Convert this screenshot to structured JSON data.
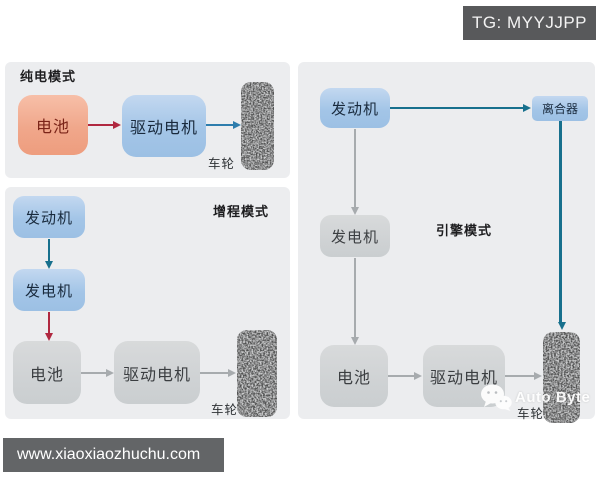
{
  "badge": {
    "label": "TG: MYYJJPP"
  },
  "footer": {
    "url": "www.xiaoxiaozhuchu.com"
  },
  "watermark": {
    "brand": "Auto Byte",
    "icon": "wechat-icon"
  },
  "colors": {
    "panel_bg": "#ecedef",
    "badge_bg": "#58595b",
    "footer_bg": "#636567",
    "box_orange": "#f0a78b",
    "box_blue": "#a3c5e7",
    "box_gray": "#d2d4d5",
    "arrow_red": "#b02840",
    "arrow_teal": "#17708d",
    "arrow_blue": "#2e7dad",
    "arrow_gray": "#a7abae"
  },
  "panels": [
    {
      "id": "pure-electric",
      "title": "纯电模式",
      "nodes": [
        {
          "id": "battery",
          "label": "电池",
          "style": "orange"
        },
        {
          "id": "drive-motor",
          "label": "驱动电机",
          "style": "blue"
        },
        {
          "id": "wheel",
          "label": "车轮",
          "style": "wheel"
        }
      ],
      "edges": [
        {
          "from": "battery",
          "to": "drive-motor",
          "color": "red"
        },
        {
          "from": "drive-motor",
          "to": "wheel",
          "color": "blue"
        }
      ]
    },
    {
      "id": "range-extender",
      "title": "增程模式",
      "nodes": [
        {
          "id": "engine",
          "label": "发动机",
          "style": "blue"
        },
        {
          "id": "generator",
          "label": "发电机",
          "style": "blue"
        },
        {
          "id": "battery",
          "label": "电池",
          "style": "gray"
        },
        {
          "id": "drive-motor",
          "label": "驱动电机",
          "style": "gray"
        },
        {
          "id": "wheel",
          "label": "车轮",
          "style": "wheel"
        }
      ],
      "edges": [
        {
          "from": "engine",
          "to": "generator",
          "color": "teal"
        },
        {
          "from": "generator",
          "to": "battery",
          "color": "red"
        },
        {
          "from": "battery",
          "to": "drive-motor",
          "color": "gray"
        },
        {
          "from": "drive-motor",
          "to": "wheel",
          "color": "gray"
        }
      ]
    },
    {
      "id": "engine-mode",
      "title": "引擎模式",
      "nodes": [
        {
          "id": "engine",
          "label": "发动机",
          "style": "blue"
        },
        {
          "id": "clutch",
          "label": "离合器",
          "style": "blue-small"
        },
        {
          "id": "generator",
          "label": "发电机",
          "style": "gray"
        },
        {
          "id": "battery",
          "label": "电池",
          "style": "gray"
        },
        {
          "id": "drive-motor",
          "label": "驱动电机",
          "style": "gray"
        },
        {
          "id": "wheel",
          "label": "车轮",
          "style": "wheel"
        }
      ],
      "edges": [
        {
          "from": "engine",
          "to": "clutch",
          "color": "teal"
        },
        {
          "from": "clutch",
          "to": "wheel",
          "color": "teal"
        },
        {
          "from": "engine",
          "to": "generator",
          "color": "gray"
        },
        {
          "from": "generator",
          "to": "battery",
          "color": "gray"
        },
        {
          "from": "battery",
          "to": "drive-motor",
          "color": "gray"
        },
        {
          "from": "drive-motor",
          "to": "wheel",
          "color": "gray"
        }
      ]
    }
  ]
}
